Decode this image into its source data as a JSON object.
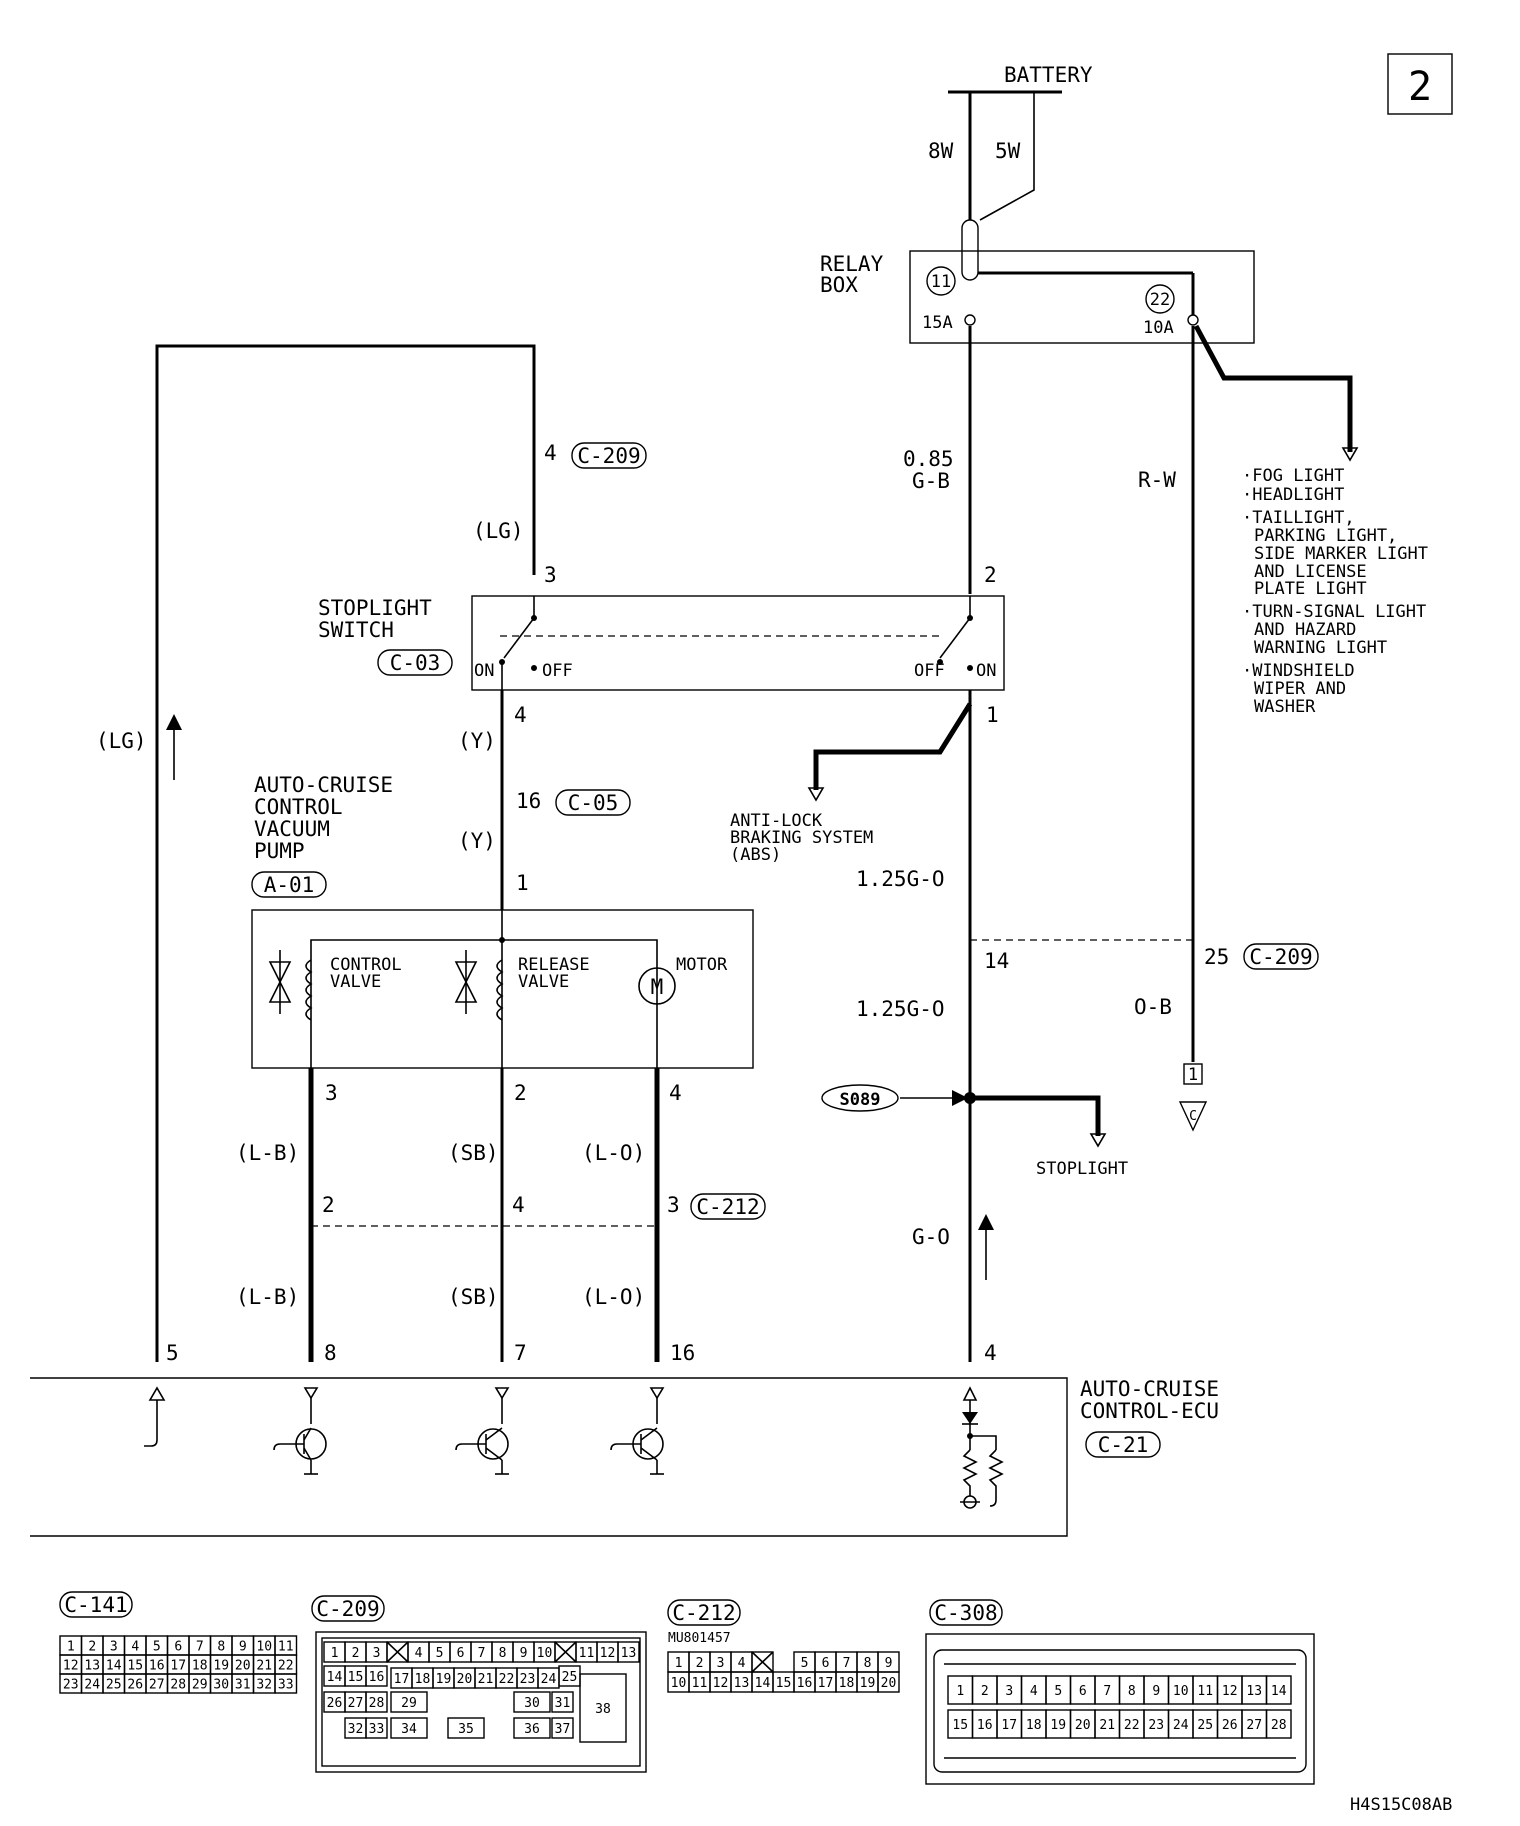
{
  "page_number": "2",
  "battery": "BATTERY",
  "relay_box": {
    "line1": "RELAY",
    "line2": "BOX",
    "fuse1_num": "11",
    "fuse1_rating": "15A",
    "fuse2_num": "22",
    "fuse2_rating": "10A"
  },
  "wire_labels": {
    "w8": "8W",
    "w5": "5W",
    "w085a": "0.85",
    "w085b": "G-B",
    "rw": "R-W",
    "lg1": "(LG)",
    "lg2": "(LG)",
    "y1": "(Y)",
    "y2": "(Y)",
    "g125a": "1.25G-O",
    "g125b": "1.25G-O",
    "ob": "O-B",
    "lb1": "(L-B)",
    "sb1": "(SB)",
    "lo1": "(L-O)",
    "lb2": "(L-B)",
    "sb2": "(SB)",
    "lo2": "(L-O)",
    "go": "G-O"
  },
  "branch_list": [
    "FOG LIGHT",
    "HEADLIGHT",
    "TAILLIGHT,",
    "PARKING LIGHT,",
    "SIDE MARKER LIGHT",
    "AND LICENSE",
    "PLATE LIGHT",
    "TURN-SIGNAL LIGHT",
    "AND HAZARD",
    "WARNING LIGHT",
    "WINDSHIELD",
    "WIPER AND",
    "WASHER"
  ],
  "connectors": {
    "c209": "C-209",
    "c03": "C-03",
    "c05": "C-05",
    "a01": "A-01",
    "c212": "C-212",
    "c21": "C-21",
    "c141": "C-141",
    "c308": "C-308"
  },
  "pins": {
    "p4top": "4",
    "p3": "3",
    "p2": "2",
    "p4sw": "4",
    "p1sw": "1",
    "p16": "16",
    "p1pump": "1",
    "p14": "14",
    "p25": "25",
    "pc3": "3",
    "pc2": "2",
    "pc4": "4",
    "pm2": "2",
    "pm4": "4",
    "pm3": "3",
    "pe5": "5",
    "pe8": "8",
    "pe7": "7",
    "pe16": "16",
    "pe4": "4",
    "ground_box": "1",
    "ground_tri": "C"
  },
  "stoplight_switch": {
    "line1": "STOPLIGHT",
    "line2": "SWITCH",
    "on1": "ON",
    "off1": "OFF",
    "off2": "OFF",
    "on2": "ON"
  },
  "pump": {
    "line1": "AUTO-CRUISE",
    "line2": "CONTROL",
    "line3": "VACUUM",
    "line4": "PUMP",
    "cv1": "CONTROL",
    "cv2": "VALVE",
    "rv1": "RELEASE",
    "rv2": "VALVE",
    "motor": "MOTOR",
    "m": "M"
  },
  "abs": {
    "line1": "ANTI-LOCK",
    "line2": "BRAKING SYSTEM",
    "line3": "(ABS)"
  },
  "splice": "S089",
  "stoplight": "STOPLIGHT",
  "ecu": {
    "line1": "AUTO-CRUISE",
    "line2": "CONTROL-ECU"
  },
  "c212_part": "MU801457",
  "c141_pins": [
    [
      "1",
      "2",
      "3",
      "4",
      "5",
      "6",
      "7",
      "8",
      "9",
      "10",
      "11"
    ],
    [
      "12",
      "13",
      "14",
      "15",
      "16",
      "17",
      "18",
      "19",
      "20",
      "21",
      "22"
    ],
    [
      "23",
      "24",
      "25",
      "26",
      "27",
      "28",
      "29",
      "30",
      "31",
      "32",
      "33"
    ]
  ],
  "c209_pins": {
    "row1a": [
      "1",
      "2",
      "3"
    ],
    "row1b": [
      "4",
      "5",
      "6",
      "7",
      "8",
      "9",
      "10"
    ],
    "row1c": [
      "11",
      "12",
      "13"
    ],
    "row2a": [
      "14",
      "15",
      "16"
    ],
    "row2b": [
      "17",
      "18",
      "19",
      "20",
      "21",
      "22",
      "23",
      "24"
    ],
    "p25": "25",
    "p26": "26",
    "p27": "27",
    "p28": "28",
    "p29": "29",
    "p30": "30",
    "p31": "31",
    "p32": "32",
    "p33": "33",
    "p34": "34",
    "p35": "35",
    "p36": "36",
    "p37": "37",
    "p38": "38"
  },
  "c212_pins": [
    [
      "1",
      "2",
      "3",
      "4",
      "5",
      "6",
      "7",
      "8",
      "9"
    ],
    [
      "10",
      "11",
      "12",
      "13",
      "14",
      "15",
      "16",
      "17",
      "18",
      "19",
      "20"
    ]
  ],
  "c308_pins": [
    [
      "1",
      "2",
      "3",
      "4",
      "5",
      "6",
      "7",
      "8",
      "9",
      "10",
      "11",
      "12",
      "13",
      "14"
    ],
    [
      "15",
      "16",
      "17",
      "18",
      "19",
      "20",
      "21",
      "22",
      "23",
      "24",
      "25",
      "26",
      "27",
      "28"
    ]
  ],
  "figure_code": "H4S15C08AB"
}
